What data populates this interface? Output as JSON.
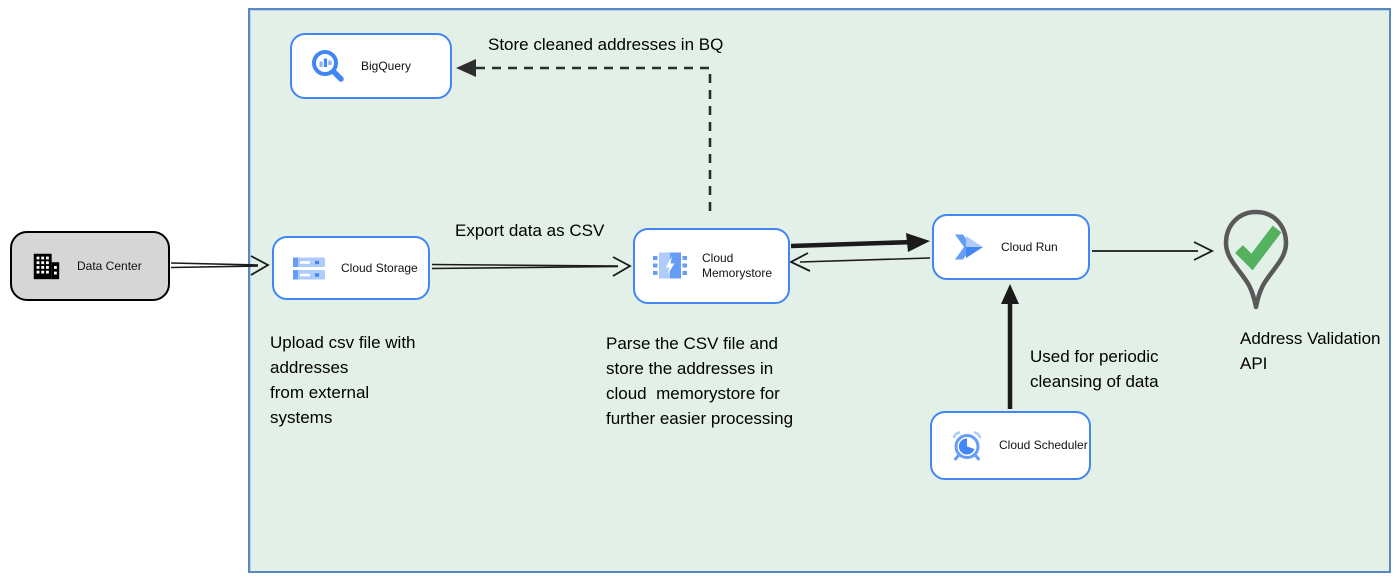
{
  "nodes": {
    "data_center": {
      "label": "Data Center",
      "icon": "building-icon"
    },
    "bigquery": {
      "label": "BigQuery",
      "icon": "bigquery-magnifier-icon"
    },
    "cloud_storage": {
      "label": "Cloud Storage",
      "icon": "storage-buckets-icon"
    },
    "cloud_memorystore": {
      "label": "Cloud Memorystore",
      "icon": "memory-chip-bolt-icon"
    },
    "cloud_run": {
      "label": "Cloud Run",
      "icon": "run-chevrons-icon"
    },
    "cloud_scheduler": {
      "label": "Cloud Scheduler",
      "icon": "alarm-clock-icon"
    },
    "address_validation_api": {
      "label": "Address Validation API",
      "icon": "map-pin-check-icon"
    }
  },
  "annotations": {
    "store_cleaned": "Store cleaned addresses in BQ",
    "export_csv": "Export data as CSV",
    "upload_note": "Upload csv file with\naddresses\nfrom external\nsystems",
    "parse_note": "Parse the CSV file and\nstore the addresses in\ncloud  memorystore for\nfurther easier processing",
    "periodic_note": "Used for periodic\ncleansing of data"
  },
  "colors": {
    "container_fill": "#e2f0e7",
    "container_border": "#5987bf",
    "node_border": "#4285f4",
    "datacenter_fill": "#d6d6d6",
    "icon_blue": "#4285f4",
    "icon_blue_mid": "#669df6",
    "icon_blue_light": "#aecbfa",
    "arrow_black": "#1a1a1a",
    "pin_outline": "#595959",
    "check_green": "#53b15f"
  }
}
